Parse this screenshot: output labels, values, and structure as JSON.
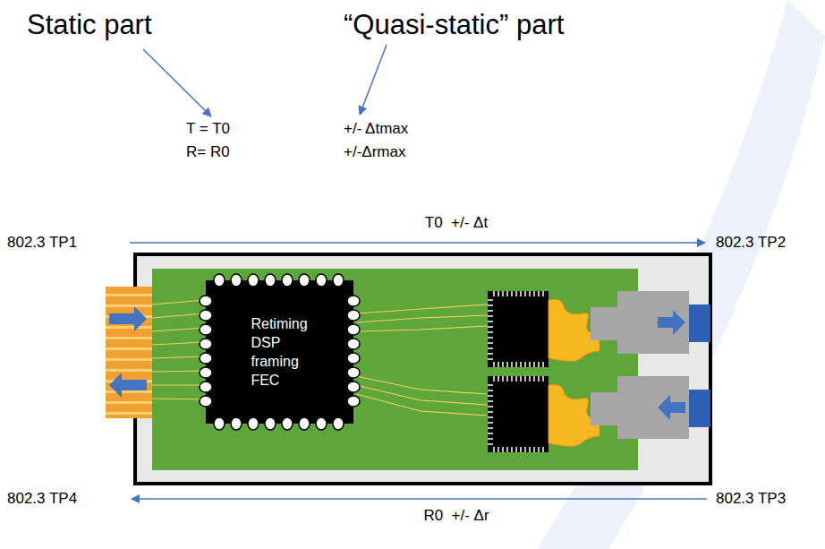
{
  "diagram": {
    "nodes": [
      {
        "text": [
          "Retiming DSP framing FEC"
        ]
      }
    ],
    "labels": [
      "Static part",
      "“Quasi-static” part",
      "T = T0",
      "+/- Δtmax",
      "R= R0",
      "+/-Δrmax",
      "802.3 TP1",
      "T0  +/- Δt",
      "802.3 TP2",
      "802.3 TP4",
      "R0  +/- Δr",
      "802.3 TP3"
    ]
  }
}
